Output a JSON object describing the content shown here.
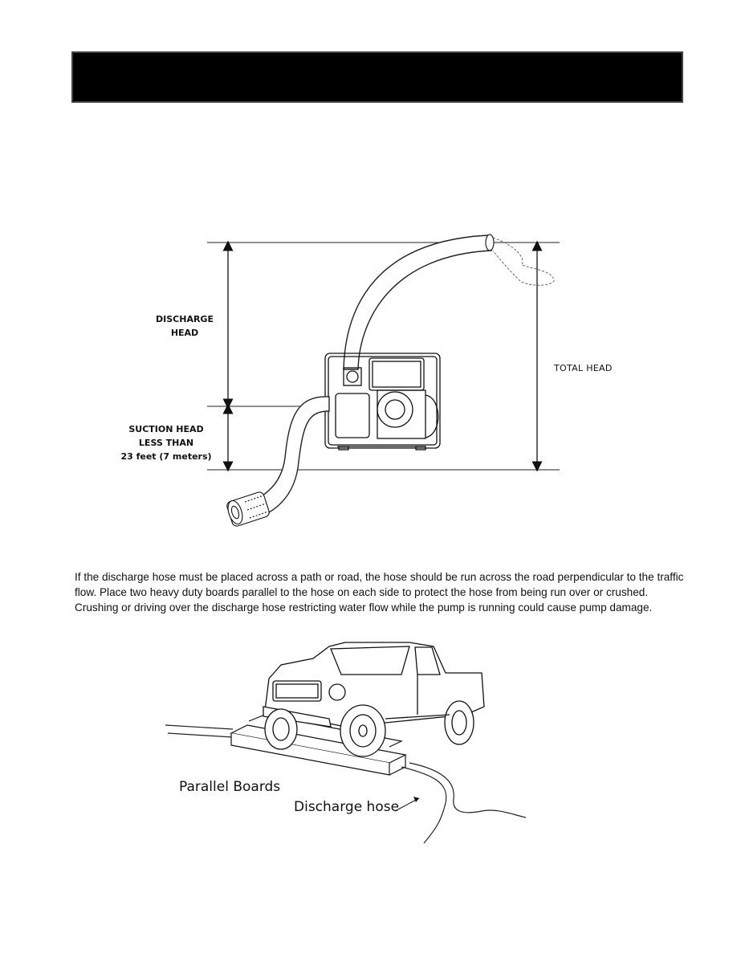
{
  "header": {
    "title": ""
  },
  "head_diagram": {
    "discharge_head_label": [
      "DISCHARGE",
      "HEAD"
    ],
    "suction_head_label": [
      "SUCTION HEAD",
      "LESS THAN",
      "23 feet (7 meters)"
    ],
    "total_head_label": "TOTAL HEAD"
  },
  "paragraph": "If the discharge hose must be placed across a path or road, the hose should be run across the road perpendicular to the traffic flow.  Place two heavy duty boards parallel to the hose on each side to protect the hose from being run over or crushed.  Crushing or driving over the discharge hose restricting water flow while the pump is running could cause pump damage.",
  "truck_diagram": {
    "boards_label": "Parallel Boards",
    "hose_label": "Discharge hose"
  }
}
